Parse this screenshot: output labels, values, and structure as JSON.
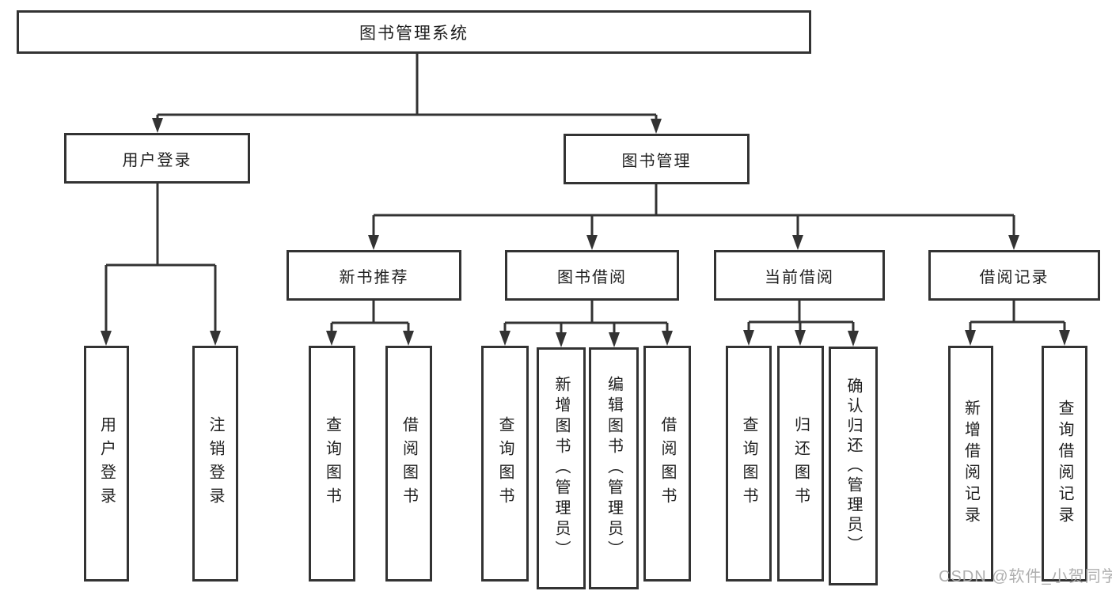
{
  "diagram_title": "图书管理系统",
  "nodes": {
    "root": {
      "label": "图书管理系统"
    },
    "user_login": {
      "label": "用户登录"
    },
    "book_mgmt": {
      "label": "图书管理"
    },
    "new_book_rec": {
      "label": "新书推荐"
    },
    "book_borrow": {
      "label": "图书借阅"
    },
    "current_borrow": {
      "label": "当前借阅"
    },
    "borrow_record": {
      "label": "借阅记录"
    },
    "leaf_user_login": {
      "label": "用户登录"
    },
    "leaf_logout": {
      "label": "注销登录"
    },
    "leaf_rec_query_book": {
      "label": "查询图书"
    },
    "leaf_rec_borrow_book": {
      "label": "借阅图书"
    },
    "leaf_bor_query_book": {
      "label": "查询图书"
    },
    "leaf_bor_add_book": {
      "label": "新增图书（管理员）"
    },
    "leaf_bor_edit_book": {
      "label": "编辑图书（管理员）"
    },
    "leaf_bor_borrow_book": {
      "label": "借阅图书"
    },
    "leaf_cur_query_book": {
      "label": "查询图书"
    },
    "leaf_cur_return_book": {
      "label": "归还图书"
    },
    "leaf_cur_confirm_return": {
      "label": "确认归还（管理员）"
    },
    "leaf_add_borrow_record": {
      "label": "新增借阅记录"
    },
    "leaf_query_borrow_record": {
      "label": "查询借阅记录"
    }
  },
  "hierarchy": {
    "图书管理系统": {
      "用户登录": [
        "用户登录",
        "注销登录"
      ],
      "图书管理": {
        "新书推荐": [
          "查询图书",
          "借阅图书"
        ],
        "图书借阅": [
          "查询图书",
          "新增图书（管理员）",
          "编辑图书（管理员）",
          "借阅图书"
        ],
        "当前借阅": [
          "查询图书",
          "归还图书",
          "确认归还（管理员）"
        ],
        "借阅记录": [
          "新增借阅记录",
          "查询借阅记录"
        ]
      }
    }
  },
  "watermark": {
    "text": "CSDN @软件_小贺同学"
  },
  "colors": {
    "line": "#333333",
    "box_border": "#333333",
    "text": "#1f1f1f",
    "watermark": "#a8a8a8",
    "background": "#ffffff"
  }
}
